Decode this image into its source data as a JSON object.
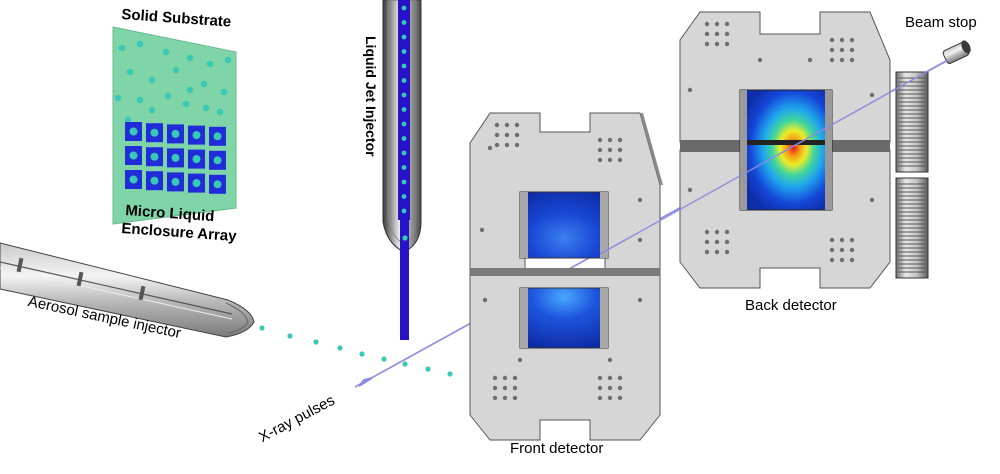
{
  "labels": {
    "solid_substrate": "Solid Substrate",
    "micro_liquid_line1": "Micro Liquid",
    "micro_liquid_line2": "Enclosure Array",
    "liquid_jet": "Liquid Jet Injector",
    "aerosol": "Aerosol sample injector",
    "xray": "X-ray pulses",
    "front_detector": "Front detector",
    "back_detector": "Back detector",
    "beam_stop": "Beam stop"
  },
  "colors": {
    "substrate_green": "#7fd4a8",
    "well_blue": "#1f2cd8",
    "droplet_cyan": "#39c9b6",
    "jet_blue": "#2612c9",
    "beam": "#8c8ce0",
    "metal": "#d6d6d6",
    "detector_blue": "#1d3fd0"
  },
  "icons": {
    "substrate": "substrate-plate-icon",
    "liquid_jet": "nozzle-icon",
    "aerosol": "aerosol-nozzle-icon",
    "front_detector": "detector-panel-icon",
    "back_detector": "detector-panel-icon",
    "beam_stop": "beam-stop-icon"
  }
}
